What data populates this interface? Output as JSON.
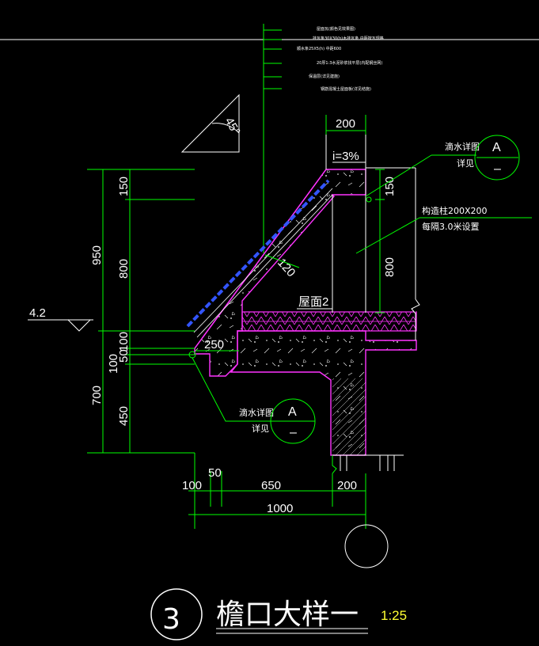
{
  "title": {
    "number": "3",
    "text": "檐口大样一",
    "scale": "1:25"
  },
  "colors": {
    "background": "#000000",
    "dimension_lines": "#00ff00",
    "section_outline": "#ff33ff",
    "tile": "#3355ff",
    "text": "#ffffff",
    "scale_text": "#ffff33"
  },
  "layer_notes": [
    "屋面瓦(颜色见效果图)",
    "挂瓦条30X30(h)木挂瓦条 中距按瓦规格",
    "顺水条25X5(h) 中距600",
    "20厚1:3水泥砂浆找平层(内配钢丝网)",
    "保温层(详见建施)",
    "钢筋混凝土屋面板(详见结施)"
  ],
  "angle_label": "45°",
  "slope_label": "i=3%",
  "roof_label": "屋面2",
  "thickness_label": "120",
  "elevation_label": "4.2",
  "drip_callouts": [
    {
      "title": "滴水详图",
      "sub": "详见",
      "ref_letter": "A",
      "ref_sheet": "–"
    },
    {
      "title": "滴水详图",
      "sub": "详见",
      "ref_letter": "A",
      "ref_sheet": "–"
    }
  ],
  "column_note": [
    "构造柱200X200",
    "每隔3.0米设置"
  ],
  "left_dims": {
    "overall": [
      "950",
      "700"
    ],
    "detail": [
      "150",
      "800",
      "100",
      "100",
      "50",
      "450"
    ]
  },
  "right_dims": [
    "150",
    "800"
  ],
  "top_dim": "200",
  "inner_dim": "250",
  "bottom_dims": {
    "segments": [
      "100",
      "50",
      "650",
      "200"
    ],
    "total": "1000"
  }
}
